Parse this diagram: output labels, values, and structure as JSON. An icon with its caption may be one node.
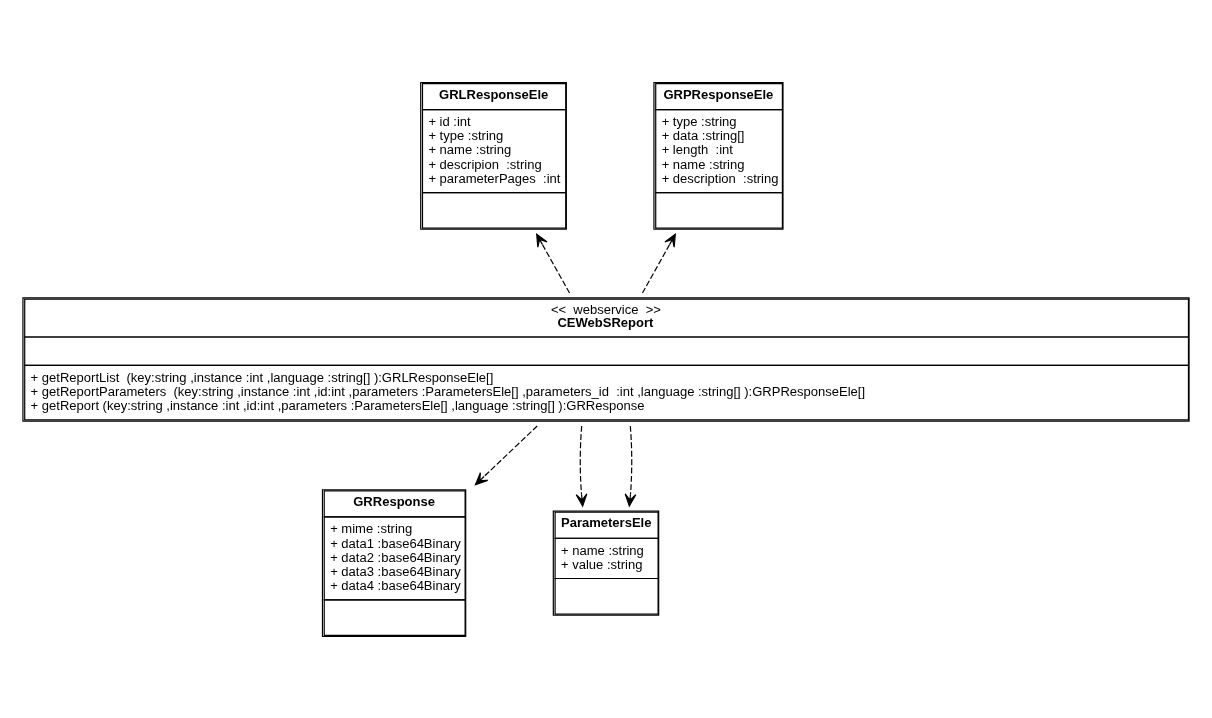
{
  "diagram": {
    "nodes": [
      {
        "text": [
          "GRLResponseEle",
          "+ id :int",
          "+ type :string",
          "+ name :string",
          "+ descripion  :string",
          "+ parameterPages  :int"
        ]
      },
      {
        "text": [
          "GRPResponseEle",
          "+ type :string",
          "+ data :string[]",
          "+ length  :int",
          "+ name :string",
          "+ description  :string"
        ]
      },
      {
        "text": [
          "<<  webservice  >>",
          "CEWebSReport",
          "+ getReportList  (key:string ,instance :int ,language :string[] ):GRLResponseEle[]",
          "+ getReportParameters  (key:string ,instance :int ,id:int ,parameters :ParametersEle[] ,parameters_id  :int ,language :string[] ):GRPResponseEle[]",
          "+ getReport (key:string ,instance :int ,id:int ,parameters :ParametersEle[] ,language :string[] ):GRResponse"
        ]
      },
      {
        "text": [
          "GRResponse",
          "+ mime :string",
          "+ data1 :base64Binary",
          "+ data2 :base64Binary",
          "+ data3 :base64Binary",
          "+ data4 :base64Binary"
        ]
      },
      {
        "text": [
          "ParametersEle",
          "+ name :string",
          "+ value :string"
        ]
      }
    ],
    "edges": [
      {
        "from": 2,
        "to": 0,
        "arrow": "to",
        "style": "dashed"
      },
      {
        "from": 2,
        "to": 1,
        "arrow": "to",
        "style": "dashed"
      },
      {
        "from": 2,
        "to": 3,
        "arrow": "to",
        "style": "dashed"
      },
      {
        "from": 2,
        "to": 4,
        "arrow": "to",
        "style": "dashed"
      },
      {
        "from": 2,
        "to": 4,
        "arrow": "to",
        "style": "dashed"
      }
    ]
  }
}
